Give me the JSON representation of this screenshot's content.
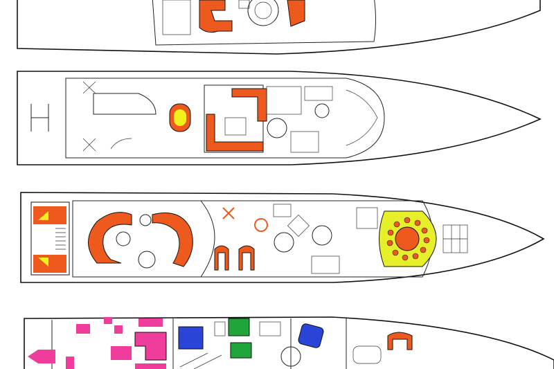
{
  "diagram": {
    "decks": [
      {
        "id": "sun-deck"
      },
      {
        "id": "bridge-deck"
      },
      {
        "id": "main-deck"
      },
      {
        "id": "lower-deck"
      }
    ],
    "colors": {
      "hull_outline": "#111111",
      "seating": "#ee5a1e",
      "accent_yellow": "#f2f21a",
      "yellow_dining": "#e6ef2a",
      "pink_cabins": "#f03c9a",
      "blue_cabin": "#2a44d8",
      "green_cabin": "#1fa63a"
    }
  }
}
